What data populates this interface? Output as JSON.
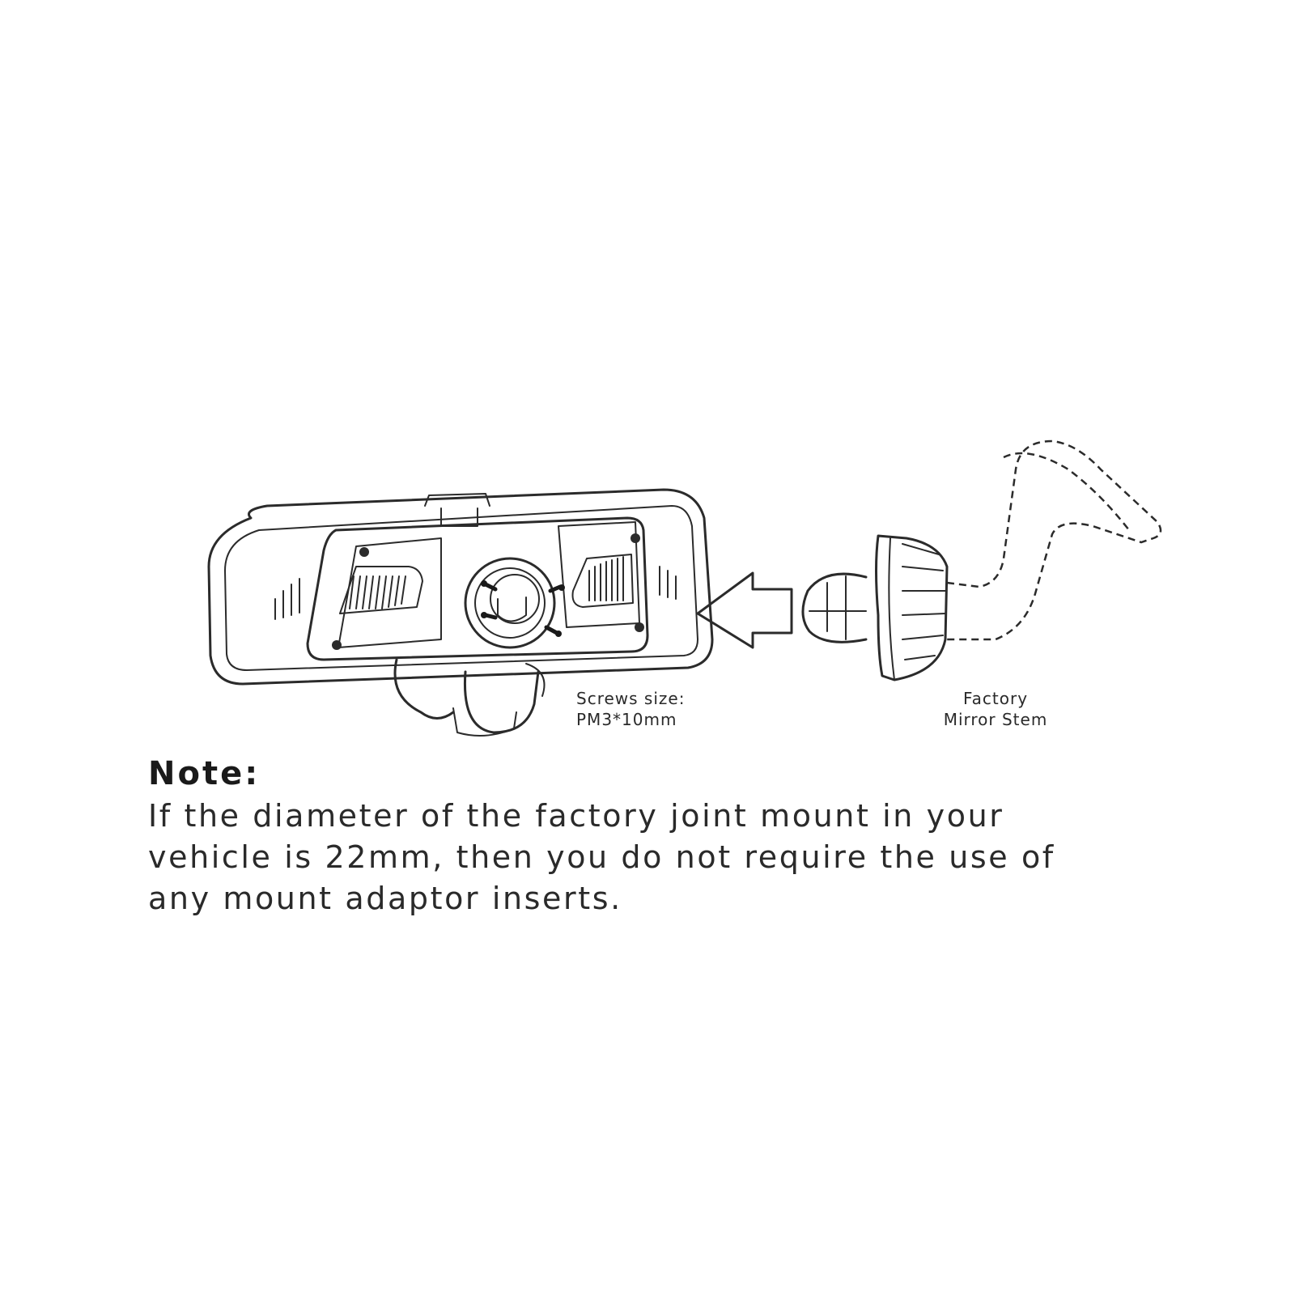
{
  "labels": {
    "screws_line1": "Screws size:",
    "screws_line2": "PM3*10mm",
    "stem_line1": "Factory",
    "stem_line2": "Mirror Stem"
  },
  "note": {
    "heading": "Note:",
    "lines": [
      "If the diameter of the factory joint mount in your",
      "vehicle is 22mm, then you do not require the use of",
      "any mount adaptor inserts."
    ]
  },
  "colors": {
    "line": "#2b2b2b",
    "background": "#ffffff"
  }
}
